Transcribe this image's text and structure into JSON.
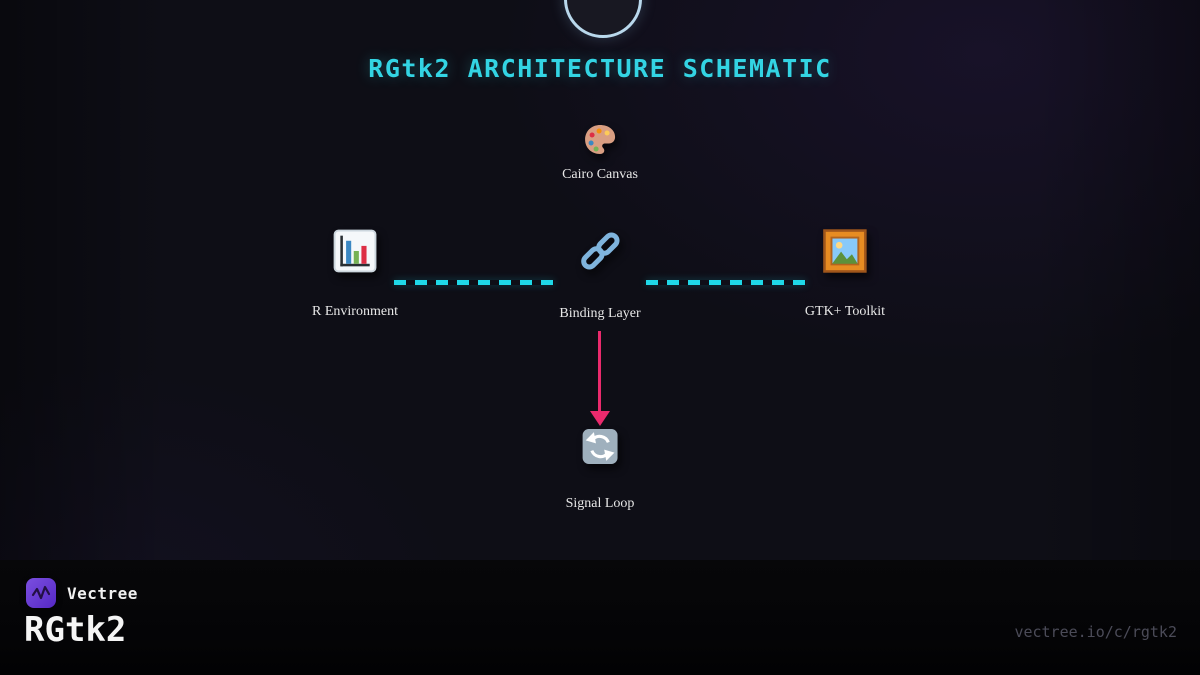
{
  "title": "RGtk2 ARCHITECTURE SCHEMATIC",
  "nodes": {
    "cairo": {
      "label": "Cairo Canvas",
      "icon": "palette-icon"
    },
    "renv": {
      "label": "R Environment",
      "icon": "bar-chart-icon"
    },
    "binding": {
      "label": "Binding Layer",
      "icon": "link-icon"
    },
    "gtk": {
      "label": "GTK+ Toolkit",
      "icon": "framed-picture-icon"
    },
    "signal": {
      "label": "Signal Loop",
      "icon": "counterclockwise-arrows-icon"
    }
  },
  "edges": [
    {
      "from": "R Environment",
      "to": "Binding Layer",
      "style": "dashed-cyan"
    },
    {
      "from": "Binding Layer",
      "to": "GTK+ Toolkit",
      "style": "dashed-cyan"
    },
    {
      "from": "Binding Layer",
      "to": "Signal Loop",
      "style": "solid-pink-arrow"
    }
  ],
  "footer": {
    "brand": "Vectree",
    "project": "RGtk2",
    "url": "vectree.io/c/rgtk2"
  },
  "colors": {
    "background": "#0e0e16",
    "footer_background": "#050507",
    "accent_cyan": "#1fd8e8",
    "accent_pink": "#ea2a6d",
    "logo_purple": "#6d3fd6",
    "label_text": "#e8e8e8",
    "url_text": "#4b4b58"
  }
}
